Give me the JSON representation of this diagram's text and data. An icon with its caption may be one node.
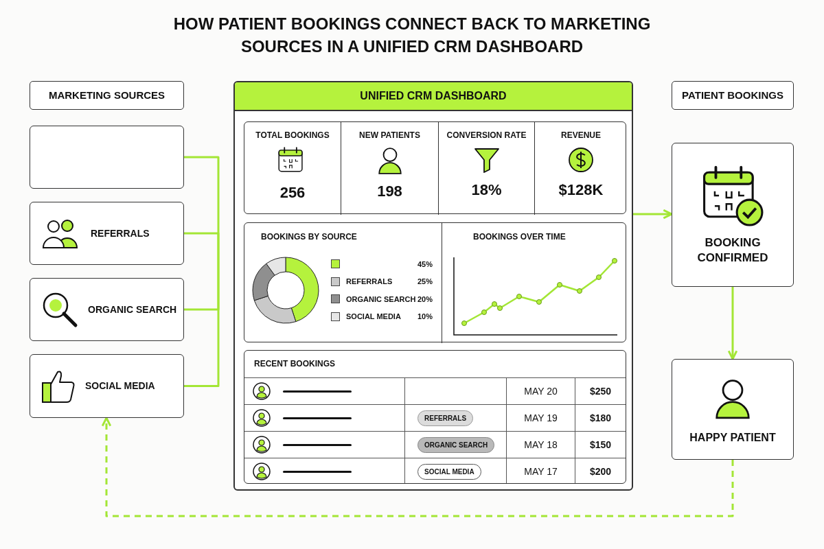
{
  "diagram": {
    "title": "HOW PATIENT BOOKINGS CONNECT BACK TO MARKETING SOURCES IN A UNIFIED CRM DASHBOARD",
    "nodes": [
      {
        "text": [
          "MARKETING SOURCES"
        ]
      },
      {
        "text": [],
        "shape": "box"
      },
      {
        "text": [
          "REFERRALS"
        ]
      },
      {
        "text": [
          "ORGANIC SEARCH"
        ]
      },
      {
        "text": [
          "SOCIAL MEDIA"
        ]
      },
      {
        "text": [
          "UNIFIED CRM DASHBOARD"
        ]
      },
      {
        "text": [],
        "shape": "box",
        "in": 5
      },
      {
        "text": [
          "TOTAL BOOKINGS",
          "256"
        ],
        "in": 6
      },
      {
        "text": [
          "NEW PATIENTS",
          "198"
        ],
        "in": 6
      },
      {
        "text": [
          "CONVERSION RATE",
          "18%"
        ],
        "in": 6
      },
      {
        "text": [
          "REVENUE",
          "$128K"
        ],
        "in": 6
      },
      {
        "text": [],
        "shape": "box",
        "in": 5
      },
      {
        "text": [
          "BOOKINGS BY SOURCE"
        ],
        "in": 11
      },
      {
        "text": [
          "BOOKINGS OVER TIME"
        ],
        "in": 11
      },
      {
        "text": [
          "RECENT BOOKINGS"
        ],
        "in": 5
      },
      {
        "text": [
          "PATIENT BOOKINGS"
        ]
      },
      {
        "text": [
          "BOOKING CONFIRMED"
        ]
      },
      {
        "text": [
          "HAPPY PATIENT"
        ]
      }
    ],
    "edges": [
      {
        "from": 1,
        "to": null,
        "arrow": "none"
      },
      {
        "from": 2,
        "to": null,
        "arrow": "none"
      },
      {
        "from": 3,
        "to": null,
        "arrow": "none"
      },
      {
        "from": 4,
        "to": null,
        "arrow": "none"
      },
      {
        "from": 5,
        "to": 16,
        "arrow": "to"
      },
      {
        "from": 16,
        "to": 17,
        "arrow": "to"
      },
      {
        "from": 17,
        "to": 4,
        "arrow": "to",
        "style": "dashed"
      }
    ],
    "labels": [
      "MAY 20",
      "$250",
      "REFERRALS",
      "MAY 19",
      "$180",
      "ORGANIC SEARCH",
      "MAY 18",
      "$150",
      "SOCIAL MEDIA",
      "MAY 17",
      "$200"
    ],
    "chart_data": {
      "type": "donut",
      "categories": [
        null,
        "REFERRALS",
        "ORGANIC SEARCH",
        "SOCIAL MEDIA"
      ],
      "series": [
        {
          "values": [
            45,
            25,
            20,
            10
          ]
        }
      ],
      "value_labels": [
        "45%",
        "25%",
        "20%",
        "10%"
      ],
      "legend": "right"
    }
  }
}
